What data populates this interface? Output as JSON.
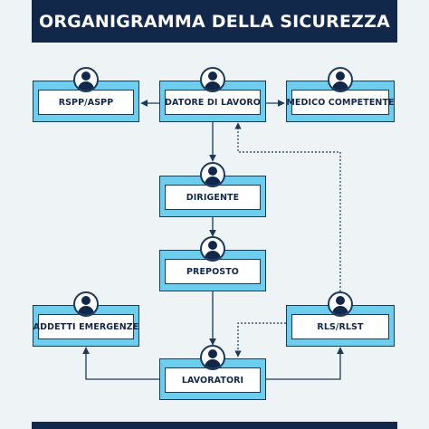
{
  "header": {
    "title": "ORGANIGRAMMA DELLA SICUREZZA"
  },
  "nodes": {
    "rspp": {
      "label": "RSPP/ASPP"
    },
    "datore": {
      "label": "DATORE DI LAVORO"
    },
    "medico": {
      "label": "MEDICO COMPETENTE"
    },
    "dirigente": {
      "label": "DIRIGENTE"
    },
    "preposto": {
      "label": "PREPOSTO"
    },
    "addetti": {
      "label": "ADDETTI EMERGENZE"
    },
    "rls": {
      "label": "RLS/RLST"
    },
    "lavoratori": {
      "label": "LAVORATORI"
    }
  },
  "colors": {
    "navy": "#12284a",
    "box_fill": "#6dcdec",
    "background": "#eef4f6"
  },
  "icons": {
    "person": "user-avatar-icon"
  }
}
